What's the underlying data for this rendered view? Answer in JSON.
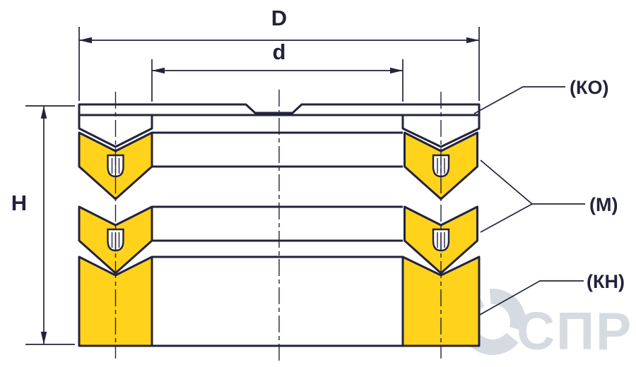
{
  "diagram": {
    "dimensions": {
      "outer": "D",
      "inner": "d",
      "height": "H"
    },
    "labels": {
      "top_ring": "(КО)",
      "seal_rings": "(М)",
      "bottom_ring": "(КН)"
    },
    "watermark": "СПР",
    "colors": {
      "seal": "#ffd21c",
      "line": "#23233c",
      "watermark": "#d6dbe1"
    }
  }
}
